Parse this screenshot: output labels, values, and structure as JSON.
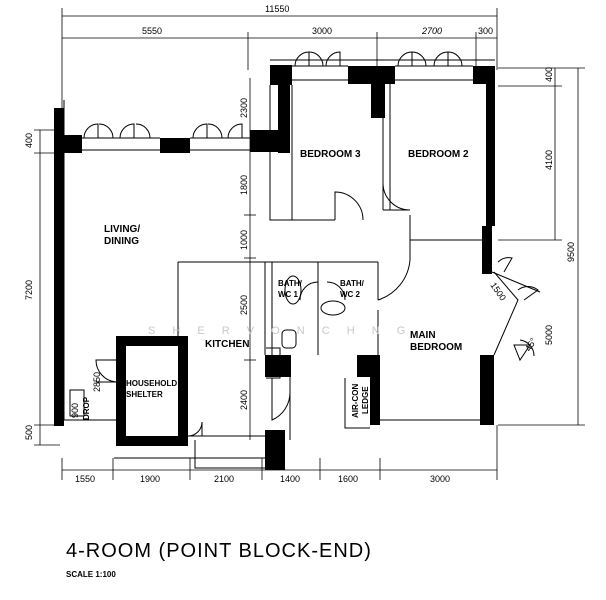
{
  "dimensions": {
    "top_total": "11550",
    "top_segments": [
      "5550",
      "3000",
      "2700",
      "300"
    ],
    "left_segments": [
      "400",
      "7200",
      "500"
    ],
    "right_segments": [
      "400",
      "4100",
      "9500",
      "5000"
    ],
    "inner_vertical": [
      "2300",
      "1800",
      "1000",
      "2500",
      "2400",
      "2850",
      "900"
    ],
    "bottom_segments": [
      "1550",
      "1900",
      "2100",
      "1400",
      "1600",
      "3000"
    ],
    "window_dim": "1500",
    "angle": "45°"
  },
  "rooms": {
    "living_dining_1": "LIVING/",
    "living_dining_2": "DINING",
    "bedroom_3": "BEDROOM 3",
    "bedroom_2": "BEDROOM 2",
    "bath1_1": "BATH/",
    "bath1_2": "WC 1",
    "bath2_1": "BATH/",
    "bath2_2": "WC 2",
    "kitchen": "KITCHEN",
    "main_bedroom_1": "MAIN",
    "main_bedroom_2": "BEDROOM",
    "household_shelter_1": "HOUSEHOLD",
    "household_shelter_2": "SHELTER",
    "air_con_ledge_1": "AIR-CON",
    "air_con_ledge_2": "LEDGE",
    "drop": "DROP"
  },
  "watermark": "S H E R V O N   C H N G",
  "title": "4-ROOM (POINT BLOCK-END)",
  "scale": "SCALE   1:100"
}
